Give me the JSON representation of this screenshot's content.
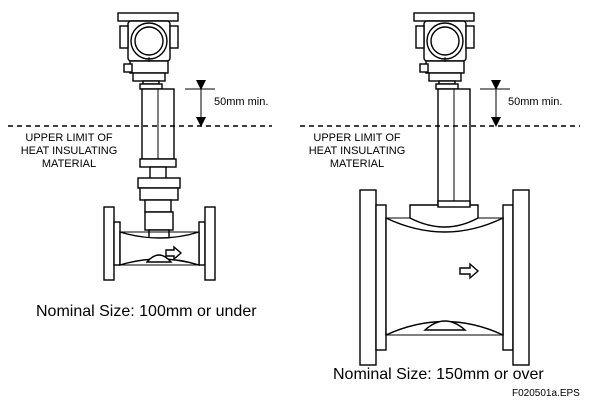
{
  "left": {
    "dimension_label": "50mm min.",
    "limit_label": [
      "UPPER LIMIT OF",
      "HEAT INSULATING",
      "MATERIAL"
    ],
    "caption": "Nominal Size: 100mm or under"
  },
  "right": {
    "dimension_label": "50mm min.",
    "limit_label": [
      "UPPER LIMIT OF",
      "HEAT INSULATING",
      "MATERIAL"
    ],
    "caption": "Nominal Size: 150mm or over"
  },
  "file_id": "F020501a.EPS"
}
